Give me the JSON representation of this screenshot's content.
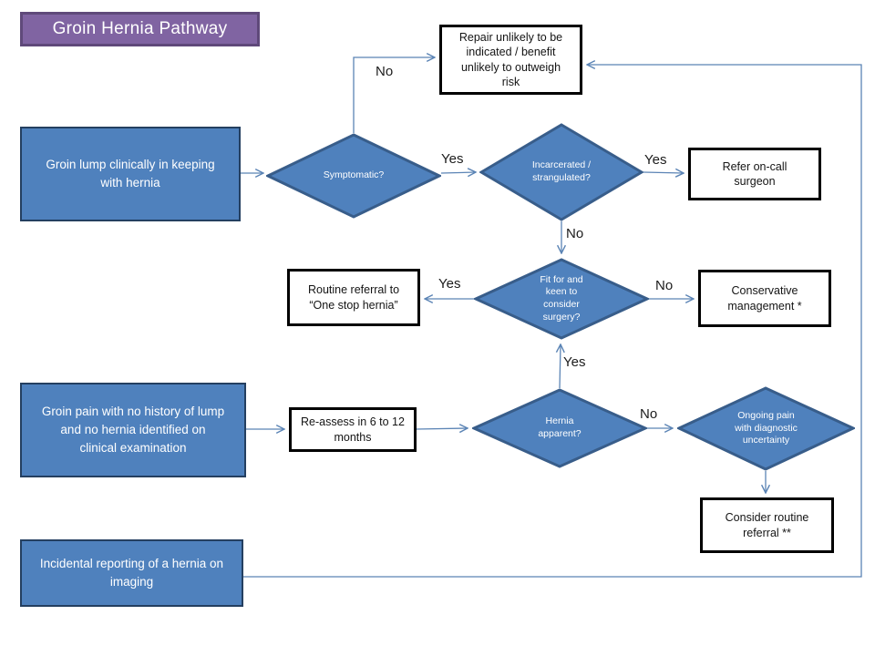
{
  "title": "Groin Hernia Pathway",
  "colors": {
    "purple": "#8064A2",
    "purple_border": "#5F497A",
    "node_blue": "#4F81BD",
    "node_blue_border": "#243F60",
    "diamond_border": "#385D8A",
    "connector": "#5B84B5"
  },
  "nodes": {
    "repair_unlikely": "Repair unlikely to be\nindicated / benefit\nunlikely to outweigh\nrisk",
    "groin_lump": "Groin lump clinically in keeping\nwith hernia",
    "symptomatic": "Symptomatic?",
    "incarcerated": "Incarcerated /\nstrangulated?",
    "refer_oncall": "Refer on-call\nsurgeon",
    "fit_keen": "Fit for and\nkeen to\nconsider\nsurgery?",
    "routine_referral": "Routine referral to\n“One stop hernia”",
    "conservative": "Conservative\nmanagement *",
    "groin_pain": "Groin pain with no history of lump\nand no hernia identified on\nclinical examination",
    "reassess": "Re-assess in 6 to 12\nmonths",
    "hernia_apparent": "Hernia\napparent?",
    "ongoing_pain": "Ongoing pain\nwith diagnostic\nuncertainty",
    "consider_referral": "Consider routine\nreferral **",
    "incidental": "Incidental reporting of a hernia on\nimaging"
  },
  "edge_labels": {
    "symptomatic_no": "No",
    "symptomatic_yes": "Yes",
    "incarcerated_yes": "Yes",
    "incarcerated_no": "No",
    "fit_yes": "Yes",
    "fit_no": "No",
    "hernia_yes": "Yes",
    "hernia_no": "No"
  }
}
